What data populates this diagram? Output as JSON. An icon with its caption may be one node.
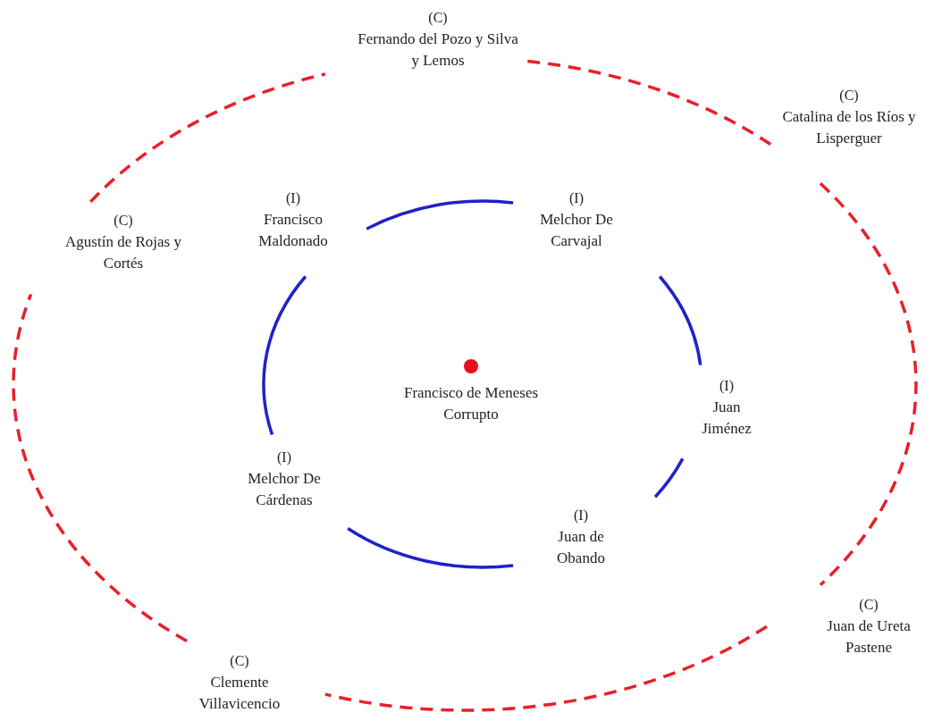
{
  "diagram": {
    "nodes": [
      {
        "text": [
          "(C)",
          "Fernando del Pozo y Silva y Lemos"
        ]
      },
      {
        "text": [
          "(C)",
          "Catalina de los Ríos y Lisperguer"
        ]
      },
      {
        "text": [
          "(C)",
          "Agustín de Rojas y Cortés"
        ]
      },
      {
        "text": [
          "(I)",
          "Francisco Maldonado"
        ]
      },
      {
        "text": [
          "(I)",
          "Melchor De Carvajal"
        ]
      },
      {
        "text": [
          "Francisco de Meneses Corrupto"
        ]
      },
      {
        "text": [
          "(I)",
          "Juan Jiménez"
        ]
      },
      {
        "text": [
          "(I)",
          "Melchor De Cárdenas"
        ]
      },
      {
        "text": [
          "(I)",
          "Juan de Obando"
        ]
      },
      {
        "text": [
          "(C)",
          "Juan de Ureta Pastene"
        ]
      },
      {
        "text": [
          "(C)",
          "Clemente Villavicencio"
        ]
      }
    ],
    "edges": [
      {
        "from": 3,
        "to": 4,
        "arrow": "none"
      },
      {
        "from": 4,
        "to": 6,
        "arrow": "none"
      },
      {
        "from": 6,
        "to": 8,
        "arrow": "none"
      },
      {
        "from": 8,
        "to": 7,
        "arrow": "none"
      },
      {
        "from": 7,
        "to": 3,
        "arrow": "none"
      },
      {
        "from": 0,
        "to": 1,
        "arrow": "none",
        "style": "dashed",
        "color": "#e8202a"
      },
      {
        "from": 1,
        "to": 9,
        "arrow": "none",
        "style": "dashed",
        "color": "#e8202a"
      },
      {
        "from": 9,
        "to": 10,
        "arrow": "none",
        "style": "dashed",
        "color": "#e8202a"
      },
      {
        "from": 10,
        "to": 2,
        "arrow": "none",
        "style": "dashed",
        "color": "#e8202a"
      },
      {
        "from": 2,
        "to": 0,
        "arrow": "none",
        "style": "dashed",
        "color": "#e8202a"
      }
    ]
  }
}
